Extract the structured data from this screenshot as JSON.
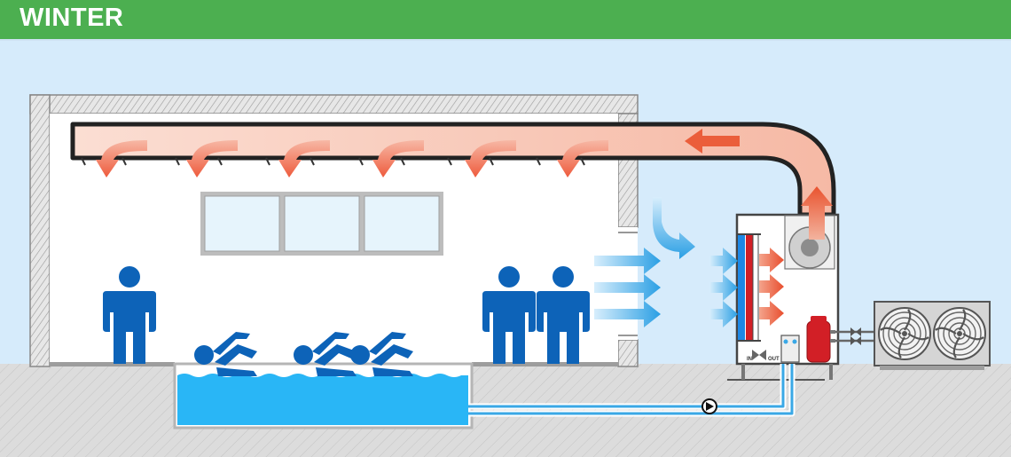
{
  "banner": {
    "title": "WINTER",
    "color": "#4caf50"
  },
  "unit": {
    "inlet_label": "IN",
    "outlet_label": "OUT"
  },
  "colors": {
    "sky": "#d6ebfb",
    "ground": "#d9d9d9",
    "warm_air": "#ee6b4d",
    "cool_air": "#35a9e8",
    "people": "#0d63b8",
    "pool_water": "#29b6f6",
    "pipe": "#3aa8e6",
    "compressor": "#d21f26"
  },
  "icons": [
    "person-icon",
    "swimmer-icon",
    "fan-icon",
    "pump-icon",
    "compressor-icon",
    "valve-icon"
  ]
}
